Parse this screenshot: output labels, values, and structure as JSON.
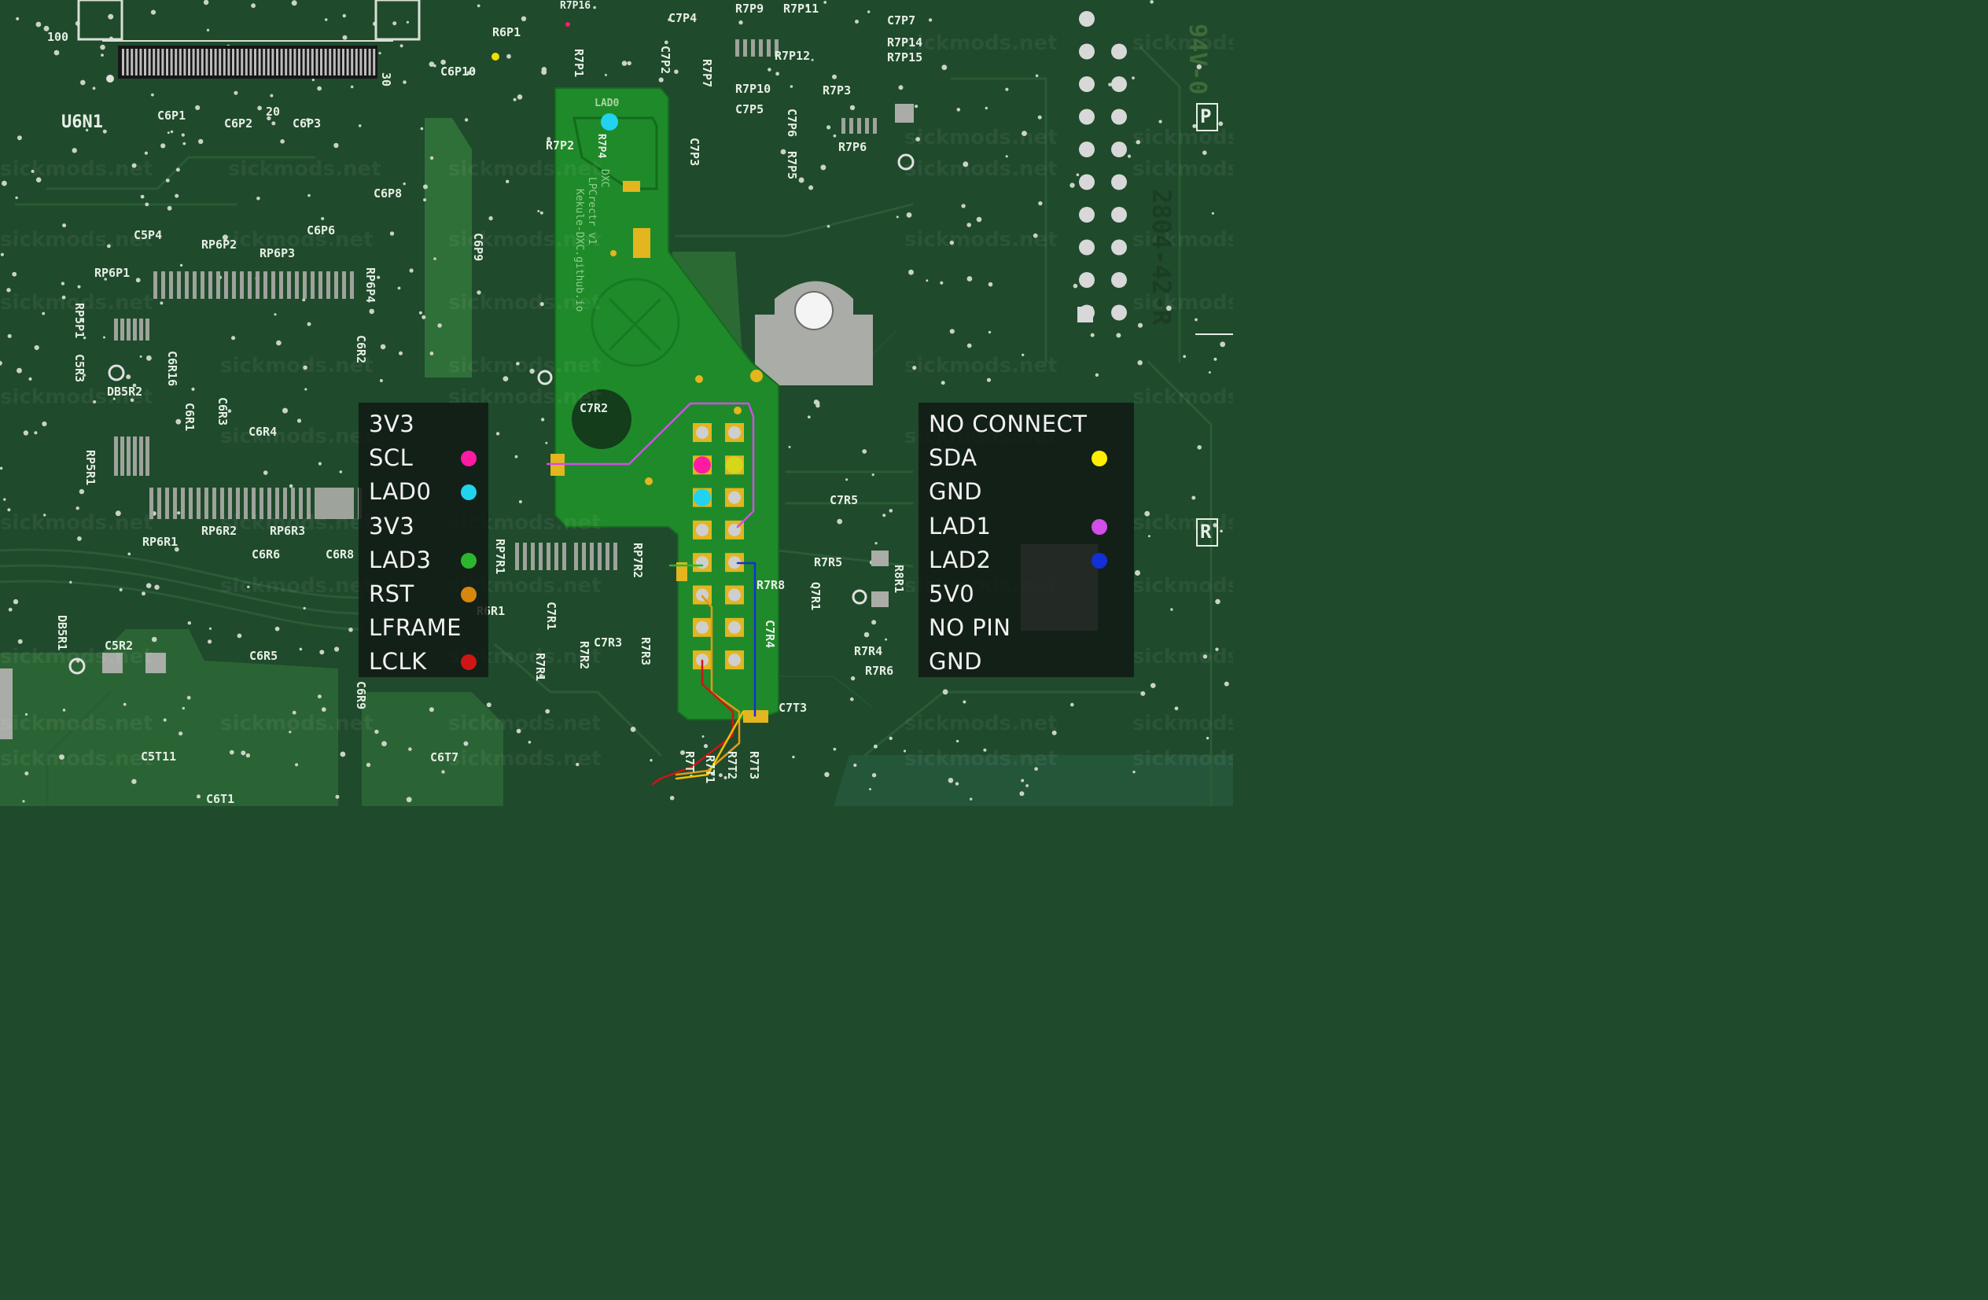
{
  "left_legend": {
    "pins": [
      {
        "label": "3V3",
        "color": ""
      },
      {
        "label": "SCL",
        "color": "#ff1aa3"
      },
      {
        "label": "LAD0",
        "color": "#22d3f0"
      },
      {
        "label": "3V3",
        "color": ""
      },
      {
        "label": "LAD3",
        "color": "#2db52d"
      },
      {
        "label": "RST",
        "color": "#d8870e"
      },
      {
        "label": "LFRAME",
        "color": ""
      },
      {
        "label": "LCLK",
        "color": "#cf1515"
      }
    ]
  },
  "right_legend": {
    "pins": [
      {
        "label": "NO CONNECT",
        "color": ""
      },
      {
        "label": "SDA",
        "color": "#ffee00"
      },
      {
        "label": "GND",
        "color": ""
      },
      {
        "label": "LAD1",
        "color": "#d14ee8"
      },
      {
        "label": "LAD2",
        "color": "#1230d6"
      },
      {
        "label": "5V0",
        "color": ""
      },
      {
        "label": "NO PIN",
        "color": ""
      },
      {
        "label": "GND",
        "color": ""
      }
    ]
  },
  "board_colors": {
    "board_dark": "#1f4a2c",
    "board_light": "#2e6a36",
    "flex_pcb": "#1f8a2a",
    "pad_gold": "#e3b51f",
    "metal_pad": "#a9aca7"
  },
  "silkscreen": {
    "u6n1": "U6N1",
    "num100": "100",
    "num30": "30",
    "num20": "20",
    "c6p1": "C6P1",
    "c6p2": "C6P2",
    "c6p3": "C6P3",
    "c6p8": "C6P8",
    "c6p6": "C6P6",
    "c6p9": "C6P9",
    "c6p10": "C6P10",
    "r6p1": "R6P1",
    "r7p16": "R7P16",
    "r7p1": "R7P1",
    "r7p2": "R7P2",
    "r7p4": "R7P4",
    "c7p2": "C7P2",
    "c7p4": "C7P4",
    "r7p7": "R7P7",
    "r7p9": "R7P9",
    "r7p11": "R7P11",
    "c7p7": "C7P7",
    "r7p14": "R7P14",
    "r7p15": "R7P15",
    "r7p12": "R7P12",
    "r7p10": "R7P10",
    "r7p3": "R7P3",
    "c7p5": "C7P5",
    "c7p6": "C7P6",
    "r7p5": "R7P5",
    "r7p6": "R7P6",
    "c7p3": "C7P3",
    "c5p4": "C5P4",
    "rp6p2": "RP6P2",
    "rp6p3": "RP6P3",
    "rp6p1": "RP6P1",
    "rp6p4": "RP6P4",
    "rp5p1": "RP5P1",
    "c5r3": "C5R3",
    "db5r2": "DB5R2",
    "c6r16": "C6R16",
    "c6r2": "C6R2",
    "c6r1": "C6R1",
    "c6r3": "C6R3",
    "c6r4": "C6R4",
    "rp5r1": "RP5R1",
    "rp6r1": "RP6R1",
    "rp6r2": "RP6R2",
    "rp6r3": "RP6R3",
    "c6r6": "C6R6",
    "c6r8": "C6R8",
    "c6r9": "C6R9",
    "c6r5": "C6R5",
    "c5r2": "C5R2",
    "db5r1": "DB5R1",
    "c5t11": "C5T11",
    "c6t1": "C6T1",
    "c6t7": "C6T7",
    "c7r2": "C7R2",
    "rp7r1": "RP7R1",
    "rp7r2": "RP7R2",
    "c7r1": "C7R1",
    "c7r3": "C7R3",
    "r7r1": "R7R1",
    "r7r2": "R7R2",
    "r7r3": "R7R3",
    "r6r1": "R6R1",
    "c7r4": "C7R4",
    "r7r8": "R7R8",
    "c7r5": "C7R5",
    "r7r5": "R7R5",
    "q7r1": "Q7R1",
    "r8r1": "R8R1",
    "r7r4": "R7R4",
    "r7r6": "R7R6",
    "c7t3": "C7T3",
    "r7t1": "R7T1",
    "r7t2": "R7T2",
    "r7t3": "R7T3",
    "r7t": "R7T",
    "lad0": "LAD0",
    "p": "P",
    "r": "R",
    "vert_code": "2804-42-R",
    "rating": "94V-0",
    "flex_text1": "DXC",
    "flex_text2": "LPCrectr v1",
    "flex_text3": "Kekule-DXC.github.io"
  },
  "watermark": "sickmods.net"
}
